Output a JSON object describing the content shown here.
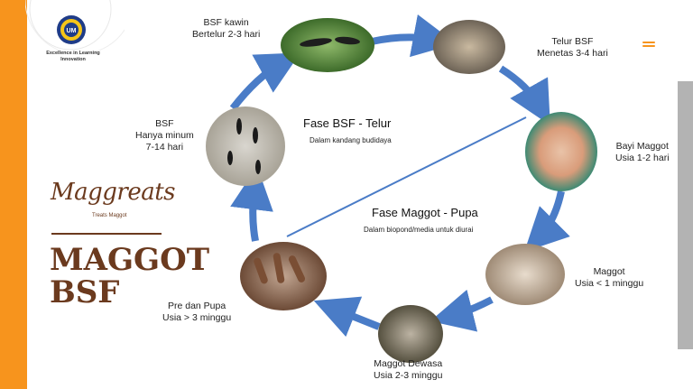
{
  "logo": {
    "tagline": "Excellence in Learning Innovation"
  },
  "brand": {
    "name": "Maggreats",
    "subtitle": "Treats Maggot",
    "title_line1": "MAGGOT",
    "title_line2": "BSF"
  },
  "phases": {
    "upper": {
      "title": "Fase BSF - Telur",
      "subtitle": "Dalam kandang budidaya"
    },
    "lower": {
      "title": "Fase Maggot - Pupa",
      "subtitle": "Dalam biopond/media  untuk diurai"
    }
  },
  "stages": [
    {
      "line1": "BSF kawin",
      "line2": "Bertelur 2-3 hari"
    },
    {
      "line1": "Telur BSF",
      "line2": "Menetas 3-4 hari"
    },
    {
      "line1": "Bayi Maggot",
      "line2": "Usia 1-2 hari"
    },
    {
      "line1": "Maggot",
      "line2": "Usia < 1 minggu"
    },
    {
      "line1": "Maggot Dewasa",
      "line2": "Usia 2-3 minggu"
    },
    {
      "line1": "Pre dan Pupa",
      "line2": "Usia > 3 minggu"
    },
    {
      "line1": "BSF",
      "line2": "Hanya minum",
      "line3": "7-14 hari"
    }
  ],
  "colors": {
    "accent": "#f7941d",
    "brand": "#6b3a1e",
    "arrow": "#4a7cc7",
    "panel": "#b3b3b3"
  }
}
